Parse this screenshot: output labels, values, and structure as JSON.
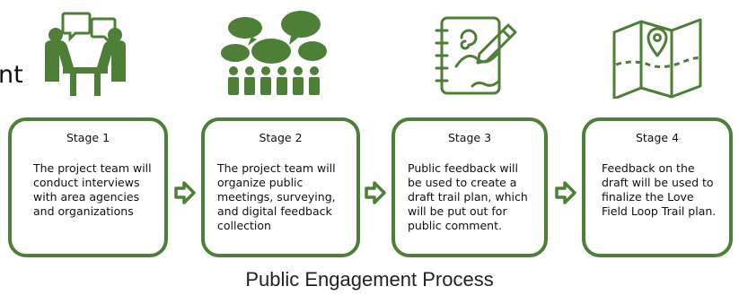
{
  "partial_heading": "nt",
  "stages": [
    {
      "title": "Stage 1",
      "text": "The project team will conduct interviews with area agencies and organizations"
    },
    {
      "title": "Stage 2",
      "text": "The project team will organize public meetings, surveying, and digital feedback collection"
    },
    {
      "title": "Stage 3",
      "text": "Public feedback will be used to create a draft trail plan, which will be put out for public comment."
    },
    {
      "title": "Stage 4",
      "text": "Feedback on the draft will be used to finalize the Love Field Loop Trail plan."
    }
  ],
  "footer_title": "Public Engagement Process",
  "colors": {
    "accent": "#4e7f37"
  },
  "icons": [
    "interview-icon",
    "group-meeting-icon",
    "draft-plan-icon",
    "trail-map-icon",
    "right-arrow-icon"
  ]
}
